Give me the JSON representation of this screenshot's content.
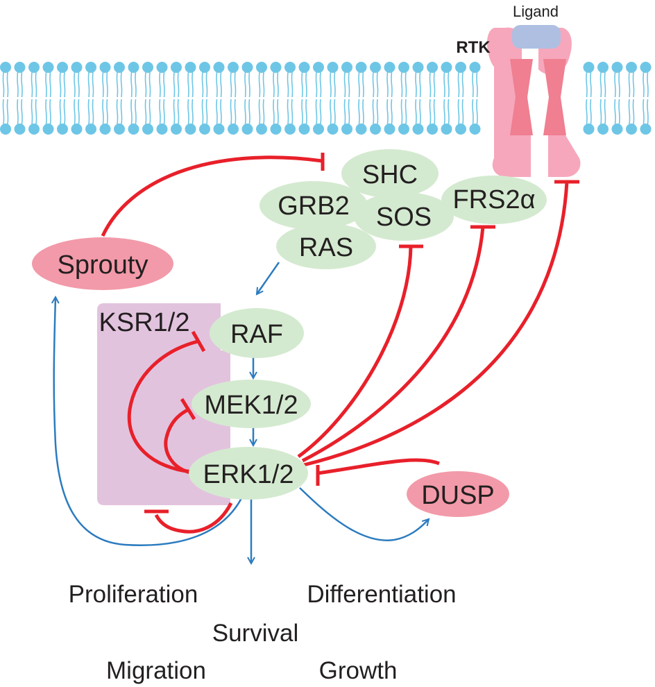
{
  "membrane": {
    "ligand": "Ligand",
    "receptor": "RTK"
  },
  "nodes": {
    "shc": "SHC",
    "grb2": "GRB2",
    "sos": "SOS",
    "frs2": "FRS2α",
    "ras": "RAS",
    "sprouty": "Sprouty",
    "ksr": "KSR1/2",
    "raf": "RAF",
    "mek": "MEK1/2",
    "erk": "ERK1/2",
    "dusp": "DUSP"
  },
  "outcomes": {
    "proliferation": "Proliferation",
    "differentiation": "Differentiation",
    "survival": "Survival",
    "migration": "Migration",
    "growth": "Growth"
  },
  "colors": {
    "lipid": "#6ec6e6",
    "node_green": "#d4ead0",
    "node_pink": "#f29aa9",
    "ksr_box": "#e2c3de",
    "receptor_light": "#f6a7bc",
    "receptor_dark": "#ef7f91",
    "ligand": "#aebfe2",
    "inhibition": "#e8202a",
    "activation": "#2b7bbf"
  }
}
